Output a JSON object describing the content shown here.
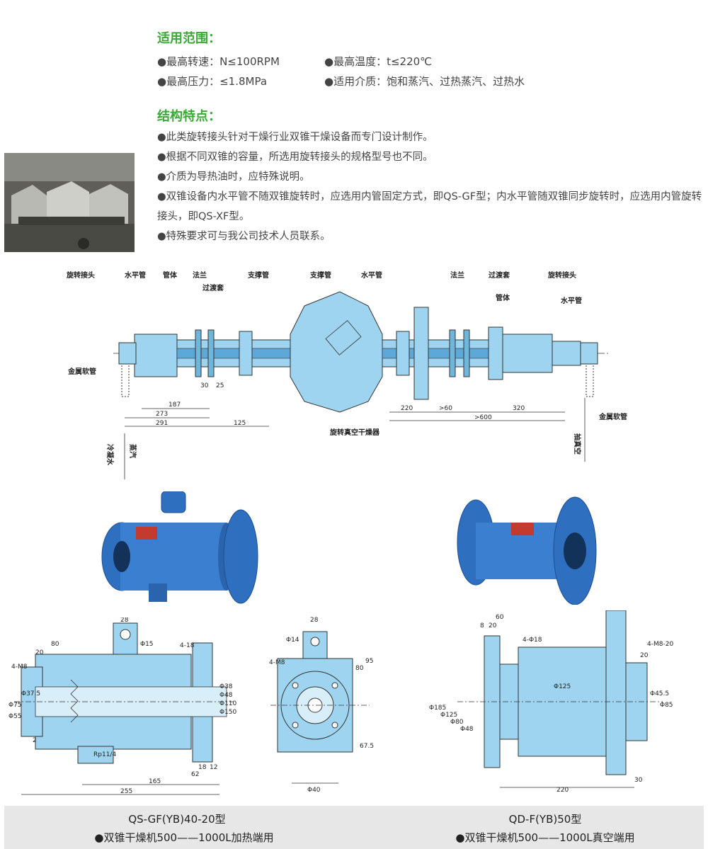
{
  "scope": {
    "title": "适用范围：",
    "items": [
      "●最高转速：N≤100RPM",
      "●最高温度：t≤220℃",
      "●最高压力：≤1.8MPa",
      "●适用介质：饱和蒸汽、过热蒸汽、过热水"
    ]
  },
  "features": {
    "title": "结构特点：",
    "items": [
      "●此类旋转接头针对干燥行业双锥干燥设备而专门设计制作。",
      "●根据不同双锥的容量，所选用旋转接头的规格型号也不同。",
      "●介质为导热油时，应特殊说明。",
      "●双锥设备内水平管不随双锥旋转时，应选用内管固定方式，即QS-GF型；内水平管随双锥同步旋转时，应选用内管旋转接头，即QS-XF型。",
      "●特殊要求可与我公司技术人员联系。"
    ]
  },
  "diagram": {
    "labels": {
      "rotary_joint_l": "旋转接头",
      "horiz_pipe_l": "水平管",
      "pipe_body_l": "管体",
      "flange_l": "法兰",
      "transition_l": "过渡套",
      "support_l": "支撑管",
      "support_r": "支撑管",
      "horiz_pipe_r": "水平管",
      "flange_r": "法兰",
      "transition_r": "过渡套",
      "rotary_joint_r": "旋转接头",
      "pipe_body_r": "管体",
      "horiz_pipe_r2": "水平管",
      "hose_l": "金属软管",
      "hose_r": "金属软管",
      "dryer": "旋转真空干燥器",
      "cold_water": "冷凝水",
      "steam": "蒸汽",
      "vacuum": "抽真空"
    },
    "dims": {
      "d30": "30",
      "d25": "25",
      "d187": "187",
      "d273": "273",
      "d291": "291",
      "d125": "125",
      "d220": "220",
      "d60": ">60",
      "d320": "320",
      "d600": ">600"
    }
  },
  "drawings": {
    "left": {
      "d28": "28",
      "d15": "Φ15",
      "d20": "20",
      "d80": "80",
      "d418": "4-18",
      "m8": "4-M8",
      "d75": "Φ75",
      "d55": "Φ55",
      "d375": "Φ37.5",
      "d38": "Φ38",
      "d48": "Φ48",
      "d110": "Φ110",
      "d150": "Φ150",
      "d2": "2",
      "rp": "Rp11/4",
      "d18": "18",
      "d12": "12",
      "d62": "62",
      "d165": "165",
      "d255": "255"
    },
    "middle": {
      "d28": "28",
      "d14": "Φ14",
      "m8": "4-M8",
      "d80": "80",
      "d95": "95",
      "d675": "67.5",
      "d40": "Φ40"
    },
    "right": {
      "d60": "60",
      "d8": "8",
      "d20": "20",
      "d416": "4-Φ18",
      "m820": "4-M8-20",
      "d20b": "20",
      "d185": "Φ185",
      "d125": "Φ125",
      "d80": "Φ80",
      "d48": "Φ48",
      "d125b": "Φ125",
      "d455": "Φ45.5",
      "d85": "Φ85",
      "d30": "30",
      "d220": "220"
    }
  },
  "captions": {
    "left_model": "QS-GF(YB)40-20型",
    "left_use": "●双锥干燥机500——1000L加热端用",
    "right_model": "QD-F(YB)50型",
    "right_use": "●双锥干燥机500——1000L真空端用"
  },
  "colors": {
    "green": "#3aa935",
    "blue": "#9ed4ef",
    "blue_dark": "#2f6fc0"
  }
}
